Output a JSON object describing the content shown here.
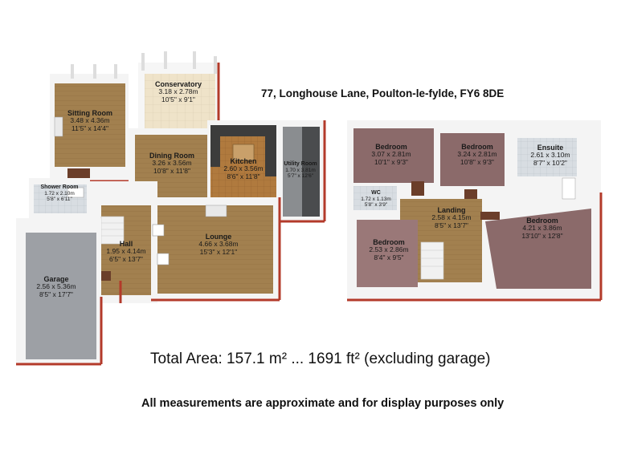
{
  "address": "77, Longhouse Lane, Poulton-le-fylde, FY6 8DE",
  "total_area": "Total Area: 157.1 m² ... 1691 ft²  (excluding garage)",
  "disclaimer": "All measurements are approximate and for display purposes only",
  "ground_floor": {
    "sitting_room": {
      "name": "Sitting Room",
      "metric": "3.48 x 4.36m",
      "imperial": "11'5\" x 14'4\""
    },
    "conservatory": {
      "name": "Conservatory",
      "metric": "3.18 x 2.78m",
      "imperial": "10'5\" x 9'1\""
    },
    "dining_room": {
      "name": "Dining Room",
      "metric": "3.26 x 3.56m",
      "imperial": "10'8\" x 11'8\""
    },
    "kitchen": {
      "name": "Kitchen",
      "metric": "2.60 x 3.56m",
      "imperial": "8'6\" x 11'8\""
    },
    "utility_room": {
      "name": "Utility Room",
      "metric": "1.70 x 3.81m",
      "imperial": "5'7\" x 12'6\""
    },
    "shower_room": {
      "name": "Shower Room",
      "metric": "1.72 x 2.10m",
      "imperial": "5'8\" x 6'11\""
    },
    "lounge": {
      "name": "Lounge",
      "metric": "4.66 x 3.68m",
      "imperial": "15'3\" x 12'1\""
    },
    "hall": {
      "name": "Hall",
      "metric": "1.95 x 4.14m",
      "imperial": "6'5\" x 13'7\""
    },
    "garage": {
      "name": "Garage",
      "metric": "2.56 x 5.36m",
      "imperial": "8'5\" x 17'7\""
    }
  },
  "first_floor": {
    "bedroom_1": {
      "name": "Bedroom",
      "metric": "3.07 x 2.81m",
      "imperial": "10'1\" x 9'3\""
    },
    "bedroom_2": {
      "name": "Bedroom",
      "metric": "3.24 x 2.81m",
      "imperial": "10'8\" x 9'3\""
    },
    "ensuite": {
      "name": "Ensuite",
      "metric": "2.61 x 3.10m",
      "imperial": "8'7\" x 10'2\""
    },
    "wc": {
      "name": "WC",
      "metric": "1.72 x 1.13m",
      "imperial": "5'8\" x 3'9\""
    },
    "landing": {
      "name": "Landing",
      "metric": "2.58 x 4.15m",
      "imperial": "8'5\" x 13'7\""
    },
    "bedroom_3": {
      "name": "Bedroom",
      "metric": "2.53 x 2.86m",
      "imperial": "8'4\" x 9'5\""
    },
    "bedroom_4": {
      "name": "Bedroom",
      "metric": "4.21 x 3.86m",
      "imperial": "13'10\" x 12'8\""
    }
  },
  "colors": {
    "wood_floor": "#a2804f",
    "wall": "#f4f4f4",
    "wall_edge": "#b33a2a",
    "carpet_bed": "#8b6a6a",
    "carpet_bed2": "#9a7878",
    "garage_floor": "#9da0a5",
    "tile": "#efe3c9",
    "bath_tile": "#d8dde2"
  }
}
